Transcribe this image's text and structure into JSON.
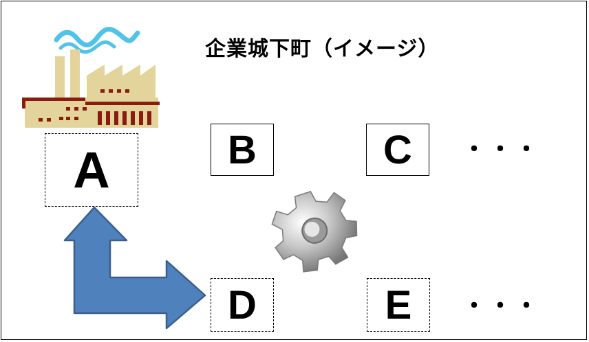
{
  "title": "企業城下町（イメージ）",
  "nodes": {
    "a": "A",
    "b": "B",
    "c": "C",
    "d": "D",
    "e": "E"
  },
  "ellipsis_top": "・・・",
  "ellipsis_bottom": "・・・",
  "icons": [
    "factory-icon",
    "gear-icon",
    "corner-arrow-icon"
  ],
  "colors": {
    "arrow_fill": "#4f81bd",
    "arrow_stroke": "#3a5f8f",
    "smoke": "#4fc3e8",
    "factory_wall": "#e2d49a",
    "factory_trim": "#8b1a10",
    "gear": "#a8a8a8"
  }
}
